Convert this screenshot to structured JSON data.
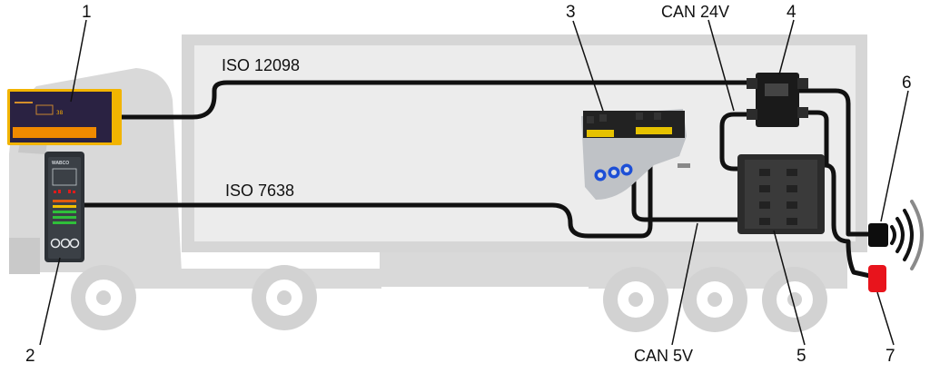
{
  "callouts": [
    "1",
    "2",
    "3",
    "4",
    "5",
    "6",
    "7"
  ],
  "bus_labels": {
    "iso_12098": "ISO 12098",
    "iso_7638": "ISO 7638",
    "can_24v": "CAN 24V",
    "can_5v": "CAN 5V"
  },
  "display": {
    "reading": "38"
  },
  "remote": {
    "brand": "WABCO"
  },
  "colors": {
    "vehicle_gray": "#d9d9d9",
    "cable": "#111111",
    "warning_lamp": "#e8141c",
    "display_amber": "#f5b400"
  }
}
